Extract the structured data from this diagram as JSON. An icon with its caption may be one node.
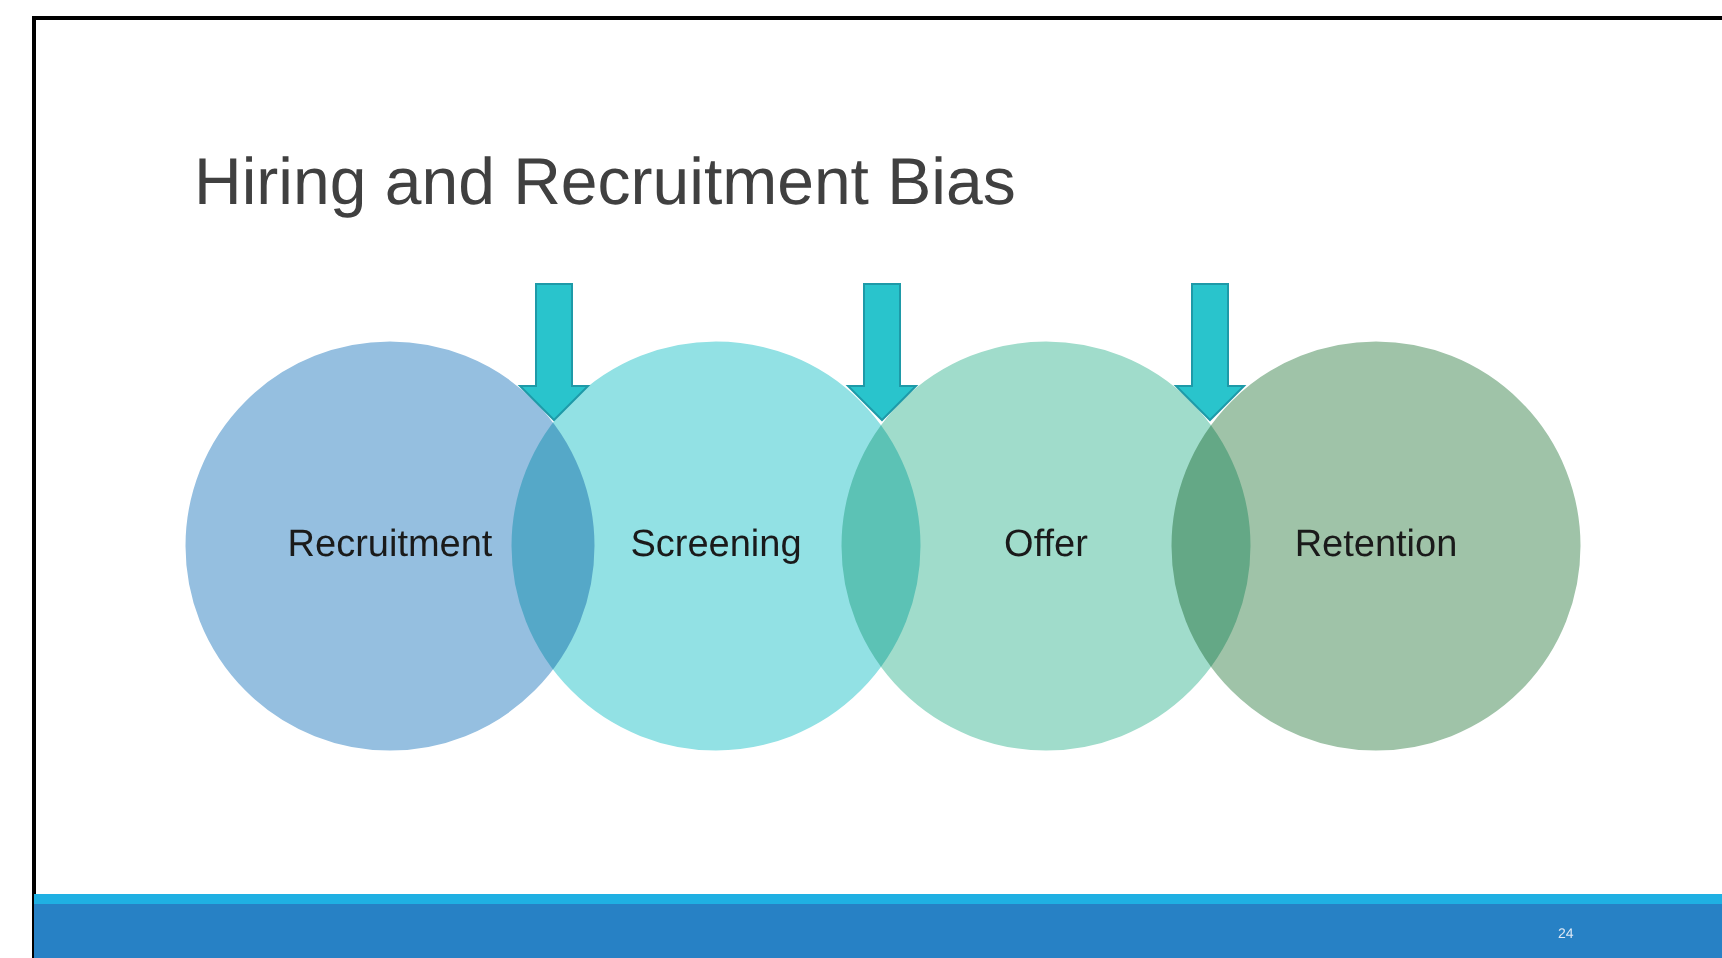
{
  "diagram": {
    "title": "Hiring and Recruitment Bias",
    "nodes": [
      {
        "text": [
          "Recruitment"
        ]
      },
      {
        "text": [
          "Screening"
        ]
      },
      {
        "text": [
          "Offer"
        ]
      },
      {
        "text": [
          "Retention"
        ]
      }
    ],
    "labels": [
      "24"
    ]
  }
}
